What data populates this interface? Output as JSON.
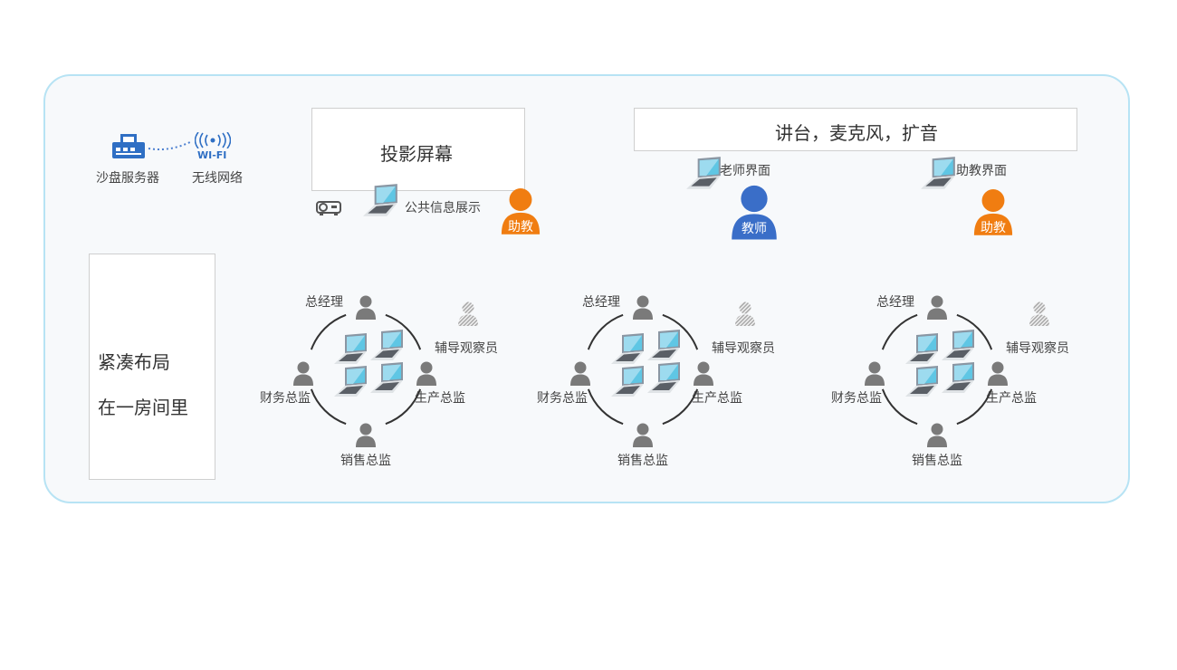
{
  "network": {
    "server_label": "沙盘服务器",
    "wifi_text": "WI-FI",
    "wifi_label": "无线网络"
  },
  "projection": {
    "screen_label": "投影屏幕",
    "public_display_label": "公共信息展示",
    "assistant_label": "助教"
  },
  "podium": {
    "label": "讲台，麦克风，扩音",
    "teacher_ui_label": "老师界面",
    "teacher_label": "教师",
    "assistant_ui_label": "助教界面",
    "assistant_label": "助教"
  },
  "layout_note": {
    "line1": "紧凑布局",
    "line2": "在一房间里"
  },
  "groups": [
    {
      "top": "总经理",
      "left": "财务总监",
      "right": "生产总监",
      "bottom": "销售总监",
      "observer": "辅导观察员"
    },
    {
      "top": "总经理",
      "left": "财务总监",
      "right": "生产总监",
      "bottom": "销售总监",
      "observer": "辅导观察员"
    },
    {
      "top": "总经理",
      "left": "财务总监",
      "right": "生产总监",
      "bottom": "销售总监",
      "observer": "辅导观察员"
    }
  ],
  "colors": {
    "room_border": "#b7e3f4",
    "server_blue": "#2f6fc4",
    "teacher_blue": "#3a6ec8",
    "assistant_orange": "#f07d11",
    "person_gray": "#7a7a7a",
    "laptop_screen": "#5fc6e4"
  },
  "icons": [
    "server-icon",
    "wifi-icon",
    "projector-icon",
    "laptop-icon",
    "person-icon",
    "observer-icon"
  ]
}
